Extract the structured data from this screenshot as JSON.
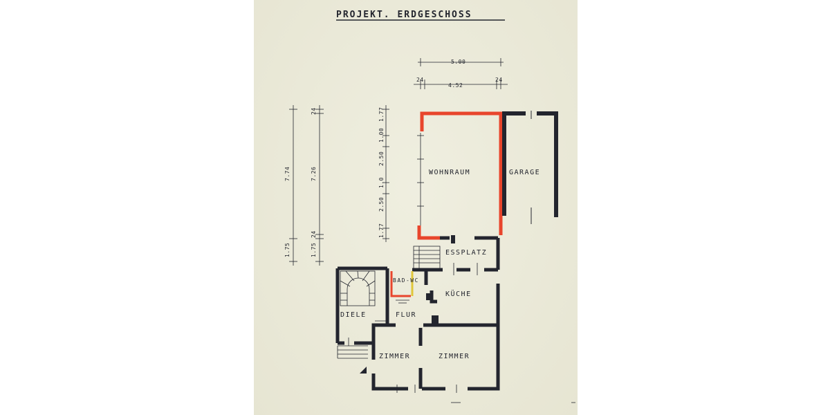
{
  "title": "PROJEKT. ERDGESCHOSS",
  "rooms": {
    "wohnraum": "WOHNRAUM",
    "garage": "GARAGE",
    "essplatz": "ESSPLATZ",
    "bad_wc": "BAD-WC",
    "kueche": "KÜCHE",
    "diele": "DIELE",
    "flur": "FLUR",
    "zimmer_left": "ZIMMER",
    "zimmer_right": "ZIMMER"
  },
  "dimensions": {
    "top_total": "5.00",
    "top_inner": "4.52",
    "top_wall_left": "24",
    "top_wall_right": "24",
    "left_total": "7.74",
    "left_inner": "7.26",
    "left_wall_top": "24",
    "left_wall_bottom": "24",
    "left_bottom_outer": "1.75",
    "left_bottom_inner": "1.75",
    "chain_top": "1.77",
    "chain_a": "1.00",
    "chain_b": "2.50",
    "chain_c": "1.0",
    "chain_d": "2.50",
    "chain_bottom": "1.77"
  },
  "colors": {
    "paper": "#ecebd9",
    "ink": "#23252e",
    "new_wall": "#e8452c",
    "yellow_wall": "#e0c63a"
  }
}
